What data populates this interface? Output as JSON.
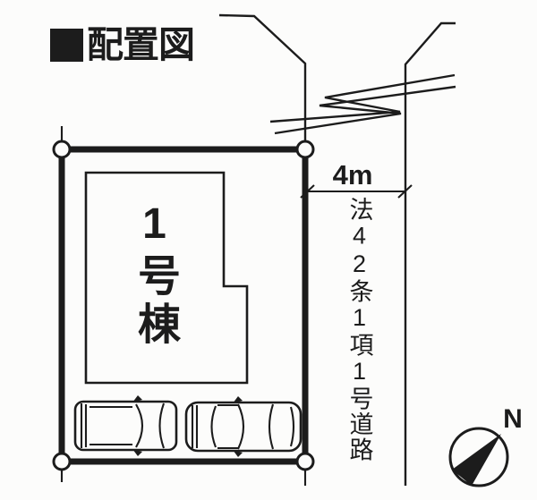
{
  "title": {
    "marker_icon": "black-square",
    "text": "配置図"
  },
  "plan": {
    "building": {
      "label": "1号棟"
    },
    "road": {
      "width": "4m",
      "designation": "法42条1項1号道路"
    },
    "parking": {
      "car_count": 2
    },
    "compass": {
      "label": "N"
    },
    "colors": {
      "ink": "#1c1c1c",
      "paper": "#fcfcfb"
    }
  }
}
